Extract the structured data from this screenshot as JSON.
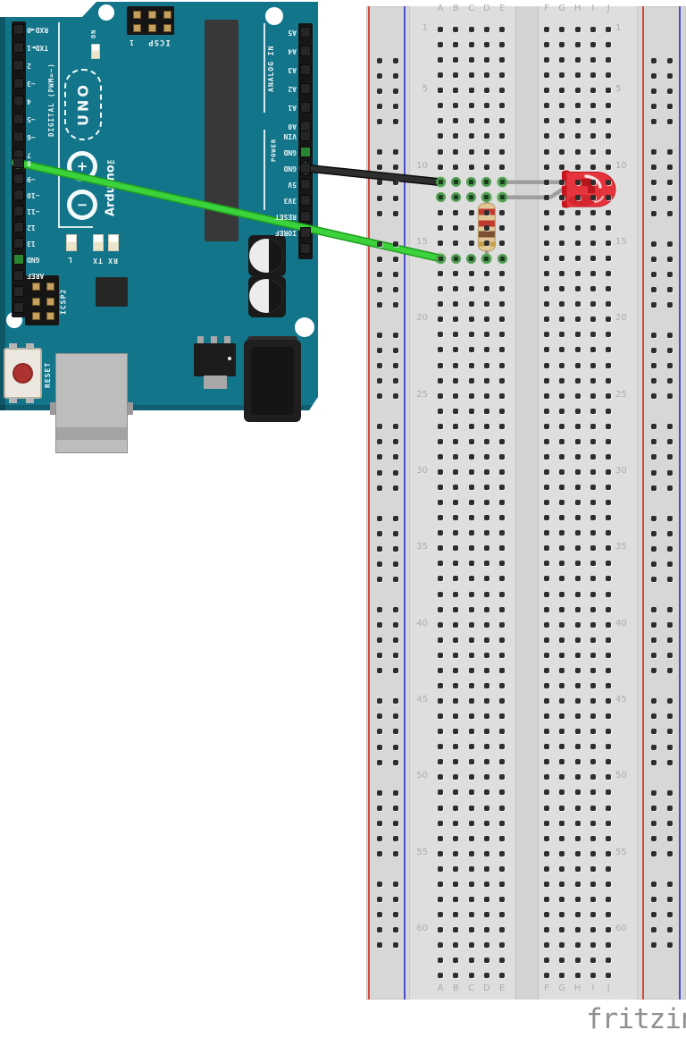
{
  "colors": {
    "board": "#13758a",
    "connected_hole": "#4f9b51",
    "connected_hole_center": "#1b3a1e",
    "connection_halo": "#abd5a2",
    "hole": "#2d2d2d",
    "rail_red": "#d24b3e",
    "rail_blue": "#4a4fd0",
    "gnd_pin_green": "#2a8631",
    "breadboard_text": "#adadad"
  },
  "logo": {
    "text": "fritzing",
    "color": "#8f8f8f"
  },
  "arduino": {
    "silkscreen": {
      "digital_group_label": "DIGITAL (PWM=~)",
      "analog_group_label": "ANALOG IN",
      "power_group_label": "POWER",
      "brand": "UNO",
      "brand_sub": "Arduino™",
      "icsp_top_label": "ICSP",
      "icsp_top_pin1": "1",
      "icsp2_label": "ICSP2",
      "on_led_label": "ON",
      "l_led_label": "L",
      "tx_led_label": "TX",
      "rx_led_label": "RX",
      "reset_label": "RESET",
      "plus": "+",
      "minus": "−"
    },
    "digital_pins_a": [
      "RXD◄0",
      "TXD►1",
      "2",
      "~3",
      "4",
      "~5",
      "~6",
      "7"
    ],
    "digital_pins_b": [
      "8",
      "~9",
      "~10",
      "~11",
      "12",
      "13",
      "GND",
      "AREF",
      "",
      ""
    ],
    "analog_pins": [
      "A5",
      "A4",
      "A3",
      "A2",
      "A1",
      "A0"
    ],
    "power_pins": [
      "VIN",
      "GND",
      "GND",
      "5V",
      "3V3",
      "RESET",
      "IOREF",
      ""
    ]
  },
  "breadboard": {
    "columns_left": [
      "A",
      "B",
      "C",
      "D",
      "E"
    ],
    "columns_right": [
      "F",
      "G",
      "H",
      "I",
      "J"
    ],
    "row_count": 63,
    "numbered_rows": [
      1,
      5,
      10,
      15,
      20,
      25,
      30,
      35,
      40,
      45,
      50,
      55,
      60
    ],
    "connected_rows_left": [
      11,
      12,
      16
    ]
  },
  "circuit": {
    "wires": [
      {
        "id": "gnd-wire",
        "color": "#2e2e2e",
        "outline": "#0d0d0d",
        "from": "arduino-power-gnd-pin",
        "to_hole": "A11"
      },
      {
        "id": "signal-wire",
        "color": "#3bd23b",
        "outline": "#1f9e1f",
        "from": "arduino-digital-pin-8",
        "to_hole": "A16"
      }
    ],
    "led": {
      "body_color": "#e5343b",
      "dark_color": "#c8161e",
      "inner_color": "#b01219",
      "leg_color": "#9e9e9e",
      "anode_hole": "E11",
      "cathode_hole": "E12"
    },
    "resistor": {
      "body_color": "#e0c795",
      "edge_color": "#bb9c62",
      "lead_color": "#999999",
      "bands": [
        "#c03a30",
        "#c03a30",
        "#7c4f33",
        "#c29e44"
      ],
      "top_hole": "D12",
      "bottom_hole": "D16"
    }
  }
}
